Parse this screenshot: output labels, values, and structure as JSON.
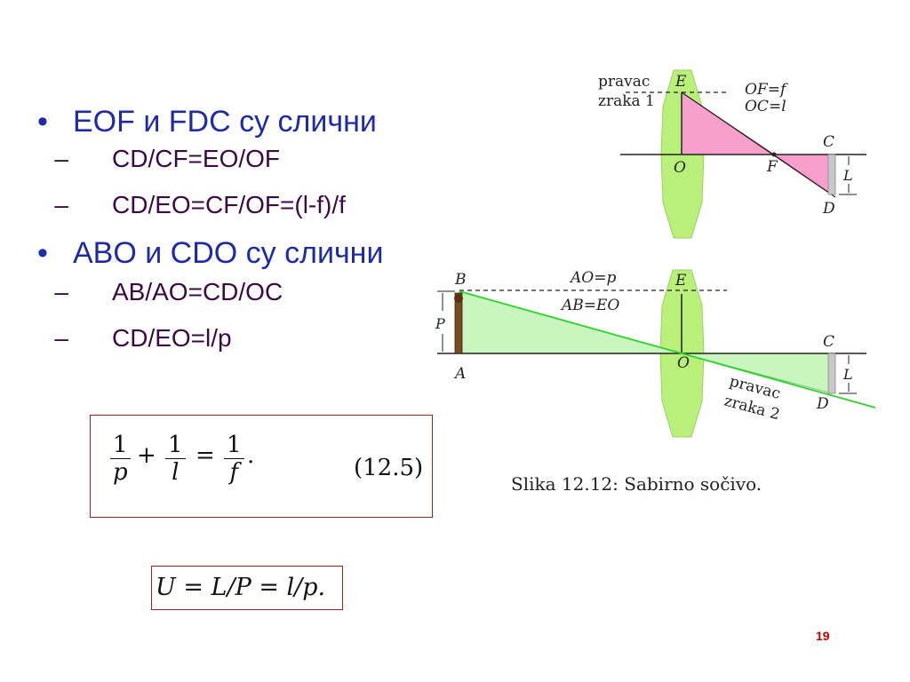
{
  "bullets": [
    {
      "text": "EOF  и FDC су слични",
      "subs": [
        "CD/CF=EO/OF",
        "CD/EO=CF/OF=(l-f)/f"
      ]
    },
    {
      "text": "ABO  и CDO су слични",
      "subs": [
        "AB/AO=CD/OC",
        "CD/EO=l/p"
      ]
    }
  ],
  "formula1": {
    "num1": "1",
    "den1": "p",
    "plus": "+",
    "num2": "1",
    "den2": "l",
    "equals": "=",
    "num3": "1",
    "den3": "f",
    "period": ".",
    "eqno": "(12.5)"
  },
  "formula2": "U = L/P = l/p.",
  "diagram_top": {
    "label_ray": [
      "pravac",
      "zraka 1"
    ],
    "E": "E",
    "O": "O",
    "F": "F",
    "C": "C",
    "D": "D",
    "L": "L",
    "defs": [
      "OF=f",
      "OC=l"
    ]
  },
  "diagram_bottom": {
    "B": "B",
    "A": "A",
    "P": "P",
    "E": "E",
    "O": "O",
    "C": "C",
    "D": "D",
    "L": "L",
    "defs": [
      "AO=p",
      "AB=EO"
    ],
    "label_ray": [
      "pravac",
      "zraka 2"
    ]
  },
  "caption": "Slika 12.12:  Sabirno sočivo.",
  "page_number": "19",
  "colors": {
    "bullet_blue": "#1f2aa6",
    "sub_purple": "#3b0a45",
    "lens_green": "#b8f07a",
    "triangle_pink": "#f7a0cc",
    "triangle_green": "#c9f5bf",
    "ray_green": "#2bd42b",
    "box_red": "#a02020",
    "page_number_red": "#c00000"
  }
}
